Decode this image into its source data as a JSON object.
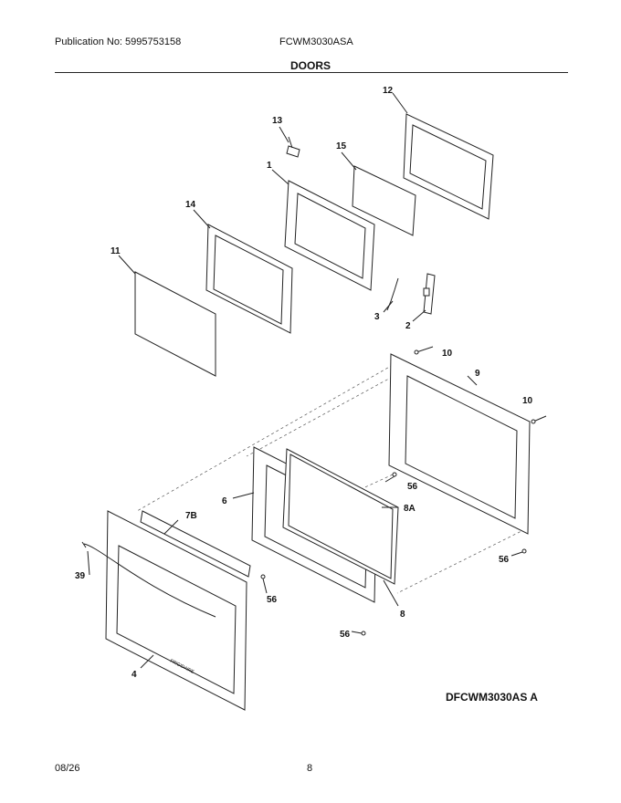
{
  "header": {
    "publication": "Publication No: 5995753158",
    "model": "FCWM3030ASA",
    "section_title": "DOORS"
  },
  "diagram": {
    "callouts": {
      "p1": "1",
      "p2": "2",
      "p3": "3",
      "p4": "4",
      "p6": "6",
      "p7b": "7B",
      "p8": "8",
      "p8a": "8A",
      "p9": "9",
      "p10a": "10",
      "p10b": "10",
      "p11": "11",
      "p12": "12",
      "p13": "13",
      "p14": "14",
      "p15": "15",
      "p39": "39",
      "p56a": "56",
      "p56b": "56",
      "p56c": "56",
      "p56d": "56"
    },
    "brand_mark": "FRIGIDAIRE",
    "drawing_code": "DFCWM3030AS A"
  },
  "footer": {
    "date": "08/26",
    "page_number": "8"
  }
}
